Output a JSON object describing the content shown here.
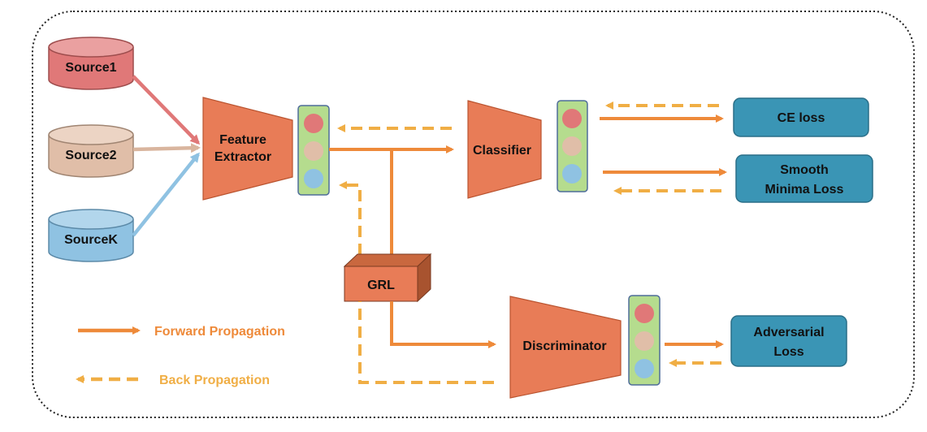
{
  "sources": [
    {
      "label": "Source1",
      "color": "#e07878"
    },
    {
      "label": "Source2",
      "color": "#e0bea8"
    },
    {
      "label": "SourceK",
      "color": "#8fc2e2"
    }
  ],
  "feature_extractor": {
    "line1": "Feature",
    "line2": "Extractor"
  },
  "classifier": {
    "label": "Classifier"
  },
  "discriminator": {
    "label": "Discriminator"
  },
  "grl": {
    "label": "GRL"
  },
  "losses": {
    "ce": {
      "label": "CE loss"
    },
    "smooth": {
      "line1": "Smooth",
      "line2": "Minima Loss"
    },
    "adversarial": {
      "line1": "Adversarial",
      "line2": "Loss"
    }
  },
  "legend": {
    "forward": "Forward Propagation",
    "back": "Back Propagation"
  },
  "colors": {
    "module_fill": "#e87c57",
    "module_stroke": "#b9532f",
    "loss_fill": "#3a95b5",
    "loss_stroke": "#2a6f88",
    "feature_box": "#b5dc8e",
    "feature_box_stroke": "#4f6d9a",
    "dot_red": "#e07878",
    "dot_beige": "#e0bea8",
    "dot_blue": "#8fc2e2",
    "forward_arrow": "#ee8a3a",
    "back_arrow": "#f0ae45",
    "legend_forward_text": "#ee8a3a",
    "legend_back_text": "#f0ae45"
  }
}
